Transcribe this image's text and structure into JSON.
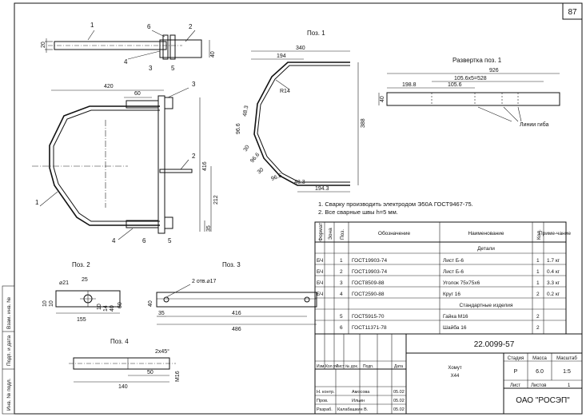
{
  "sheet": {
    "page_number": "87",
    "designation": "22.0099-57",
    "name_line1": "Хомут",
    "name_line2": "Х44",
    "company": "ОАО \"РОСЭП\""
  },
  "views": {
    "pos1_title": "Поз. 1",
    "pos2_title": "Поз. 2",
    "pos3_title": "Поз. 3",
    "pos4_title": "Поз. 4",
    "razvertka_title": "Развертка поз. 1",
    "bend_lines": "Линии гиба"
  },
  "callouts": [
    "1",
    "2",
    "3",
    "4",
    "5",
    "6"
  ],
  "dims": {
    "top_20": "20",
    "top_40": "40",
    "main_420": "420",
    "main_60": "60",
    "main_416": "416",
    "main_212": "212",
    "main_35": "35",
    "p1_340": "340",
    "p1_194": "194",
    "p1_R14": "R14",
    "p1_48_3a": "48.3",
    "p1_96_6a": "96.6",
    "p1_96_6b": "96.6",
    "p1_30a": "30",
    "p1_30b": "30",
    "p1_96_6c": "96.6",
    "p1_48_3b": "48.3",
    "p1_388": "388",
    "p1_194_3": "194.3",
    "r_926": "926",
    "r_105_6x5": "105.6x5=528",
    "r_198_8": "198.8",
    "r_105_6": "105.6",
    "r_40": "40",
    "p2_d21": "⌀21",
    "p2_25": "25",
    "p2_10a": "10",
    "p2_10b": "10",
    "p2_40": "40",
    "p2_60": "60",
    "p2_155": "155",
    "p2_10c": "10",
    "p2_14": "14",
    "p3_holes": "2 отв.⌀17",
    "p3_40": "40",
    "p3_35": "35",
    "p3_416": "416",
    "p3_486": "486",
    "p4_chamfer": "2x45°",
    "p4_50": "50",
    "p4_140": "140",
    "p4_M16": "M16"
  },
  "notes": [
    "1. Сварку производить электродом Э50А ГОСТ9467-75.",
    "2. Все сварные швы h=5 мм."
  ],
  "spec_table": {
    "headers": {
      "format": "Формат",
      "zone": "Зона",
      "pos": "Поз.",
      "designation": "Обозначение",
      "name": "Наименование",
      "qty": "Кол.",
      "note": "Приме-чание"
    },
    "section_details": "Детали",
    "section_standard": "Стандартные изделия",
    "rows": [
      {
        "format": "БЧ",
        "pos": "1",
        "designation": "ГОСТ19903-74",
        "name": "Лист Б-6",
        "qty": "1",
        "note": "1.7 кг"
      },
      {
        "format": "БЧ",
        "pos": "2",
        "designation": "ГОСТ19903-74",
        "name": "Лист Б-6",
        "qty": "1",
        "note": "0.4 кг"
      },
      {
        "format": "БЧ",
        "pos": "3",
        "designation": "ГОСТ8509-88",
        "name": "Уголок 75х75х6",
        "qty": "1",
        "note": "3.3 кг"
      },
      {
        "format": "БЧ",
        "pos": "4",
        "designation": "ГОСТ2590-88",
        "name": "Круг 16",
        "qty": "2",
        "note": "0.2 кг"
      }
    ],
    "std_rows": [
      {
        "pos": "5",
        "designation": "ГОСТ5915-70",
        "name": "Гайка М16",
        "qty": "2"
      },
      {
        "pos": "6",
        "designation": "ГОСТ11371-78",
        "name": "Шайба 16",
        "qty": "2"
      }
    ]
  },
  "title_block": {
    "h_izm": "Изм.",
    "h_kol": "Кол.уч",
    "h_list": "Лист",
    "h_ndok": "№ док.",
    "h_podp": "Подп.",
    "h_data": "Дата",
    "stadia": "Стадия",
    "massa": "Масса",
    "masshtab": "Масштаб",
    "stadia_val": "Р",
    "massa_val": "6.0",
    "masshtab_val": "1:5",
    "list_label": "Лист",
    "listov_label": "Листов",
    "listov_val": "1",
    "roles": [
      {
        "role": "Н. контр.",
        "name": "Амосова",
        "date": "05.02"
      },
      {
        "role": "Пров.",
        "name": "Ильин",
        "date": "05.02"
      },
      {
        "role": "Разраб.",
        "name": "Калабашкин В.",
        "date": "05.02"
      }
    ]
  },
  "side_stamp": [
    "Взам. инв. №",
    "Подп. и дата",
    "Инв. № подл."
  ]
}
